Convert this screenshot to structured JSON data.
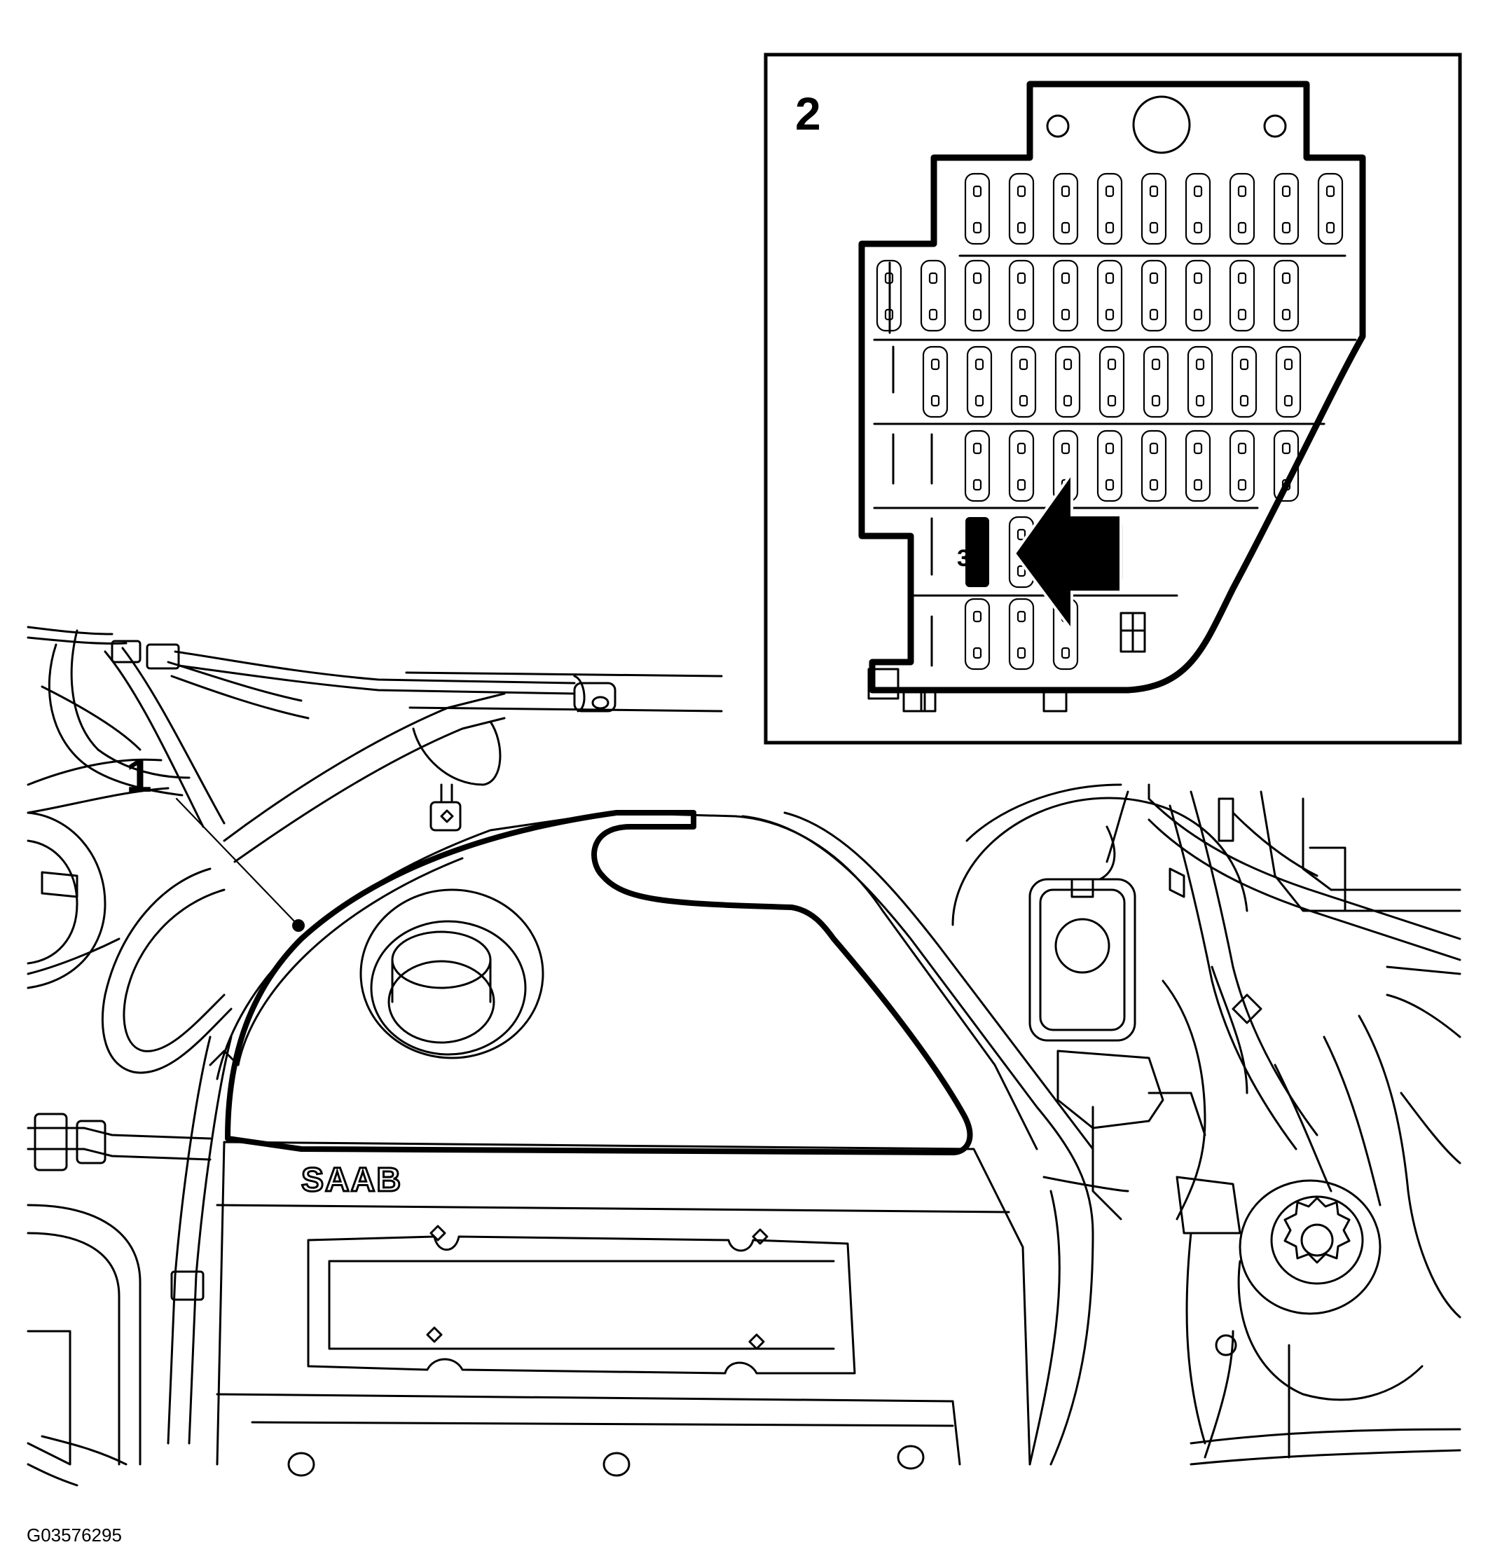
{
  "labels": {
    "callout_1": "1",
    "callout_2": "2",
    "fuse_marker": "3",
    "brand_lettering": "SAAB",
    "figure_code": "G03576295"
  },
  "fuse_box": {
    "rows": [
      9,
      10,
      9,
      8,
      4,
      3
    ],
    "highlighted_row": 5,
    "highlighted_position": 1
  }
}
